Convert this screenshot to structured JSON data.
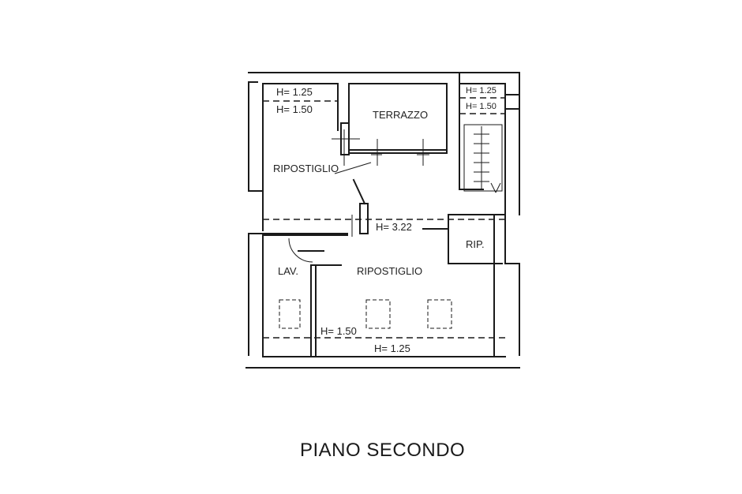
{
  "plan": {
    "title": "PIANO SECONDO",
    "rooms": {
      "terrazzo": "TERRAZZO",
      "ripostiglio_upper": "RIPOSTIGLIO",
      "ripostiglio_lower": "RIPOSTIGLIO",
      "rip": "RIP.",
      "lav": "LAV."
    },
    "heights": {
      "upper_left_top": "H= 1.25",
      "upper_left_bottom": "H= 1.50",
      "stair_top": "H= 1.25",
      "stair_bottom": "H= 1.50",
      "center": "H= 3.22",
      "lower_inner": "H= 1.50",
      "lower_outer": "H= 1.25"
    },
    "colors": {
      "line": "#1a1a1a",
      "background": "#ffffff"
    }
  }
}
